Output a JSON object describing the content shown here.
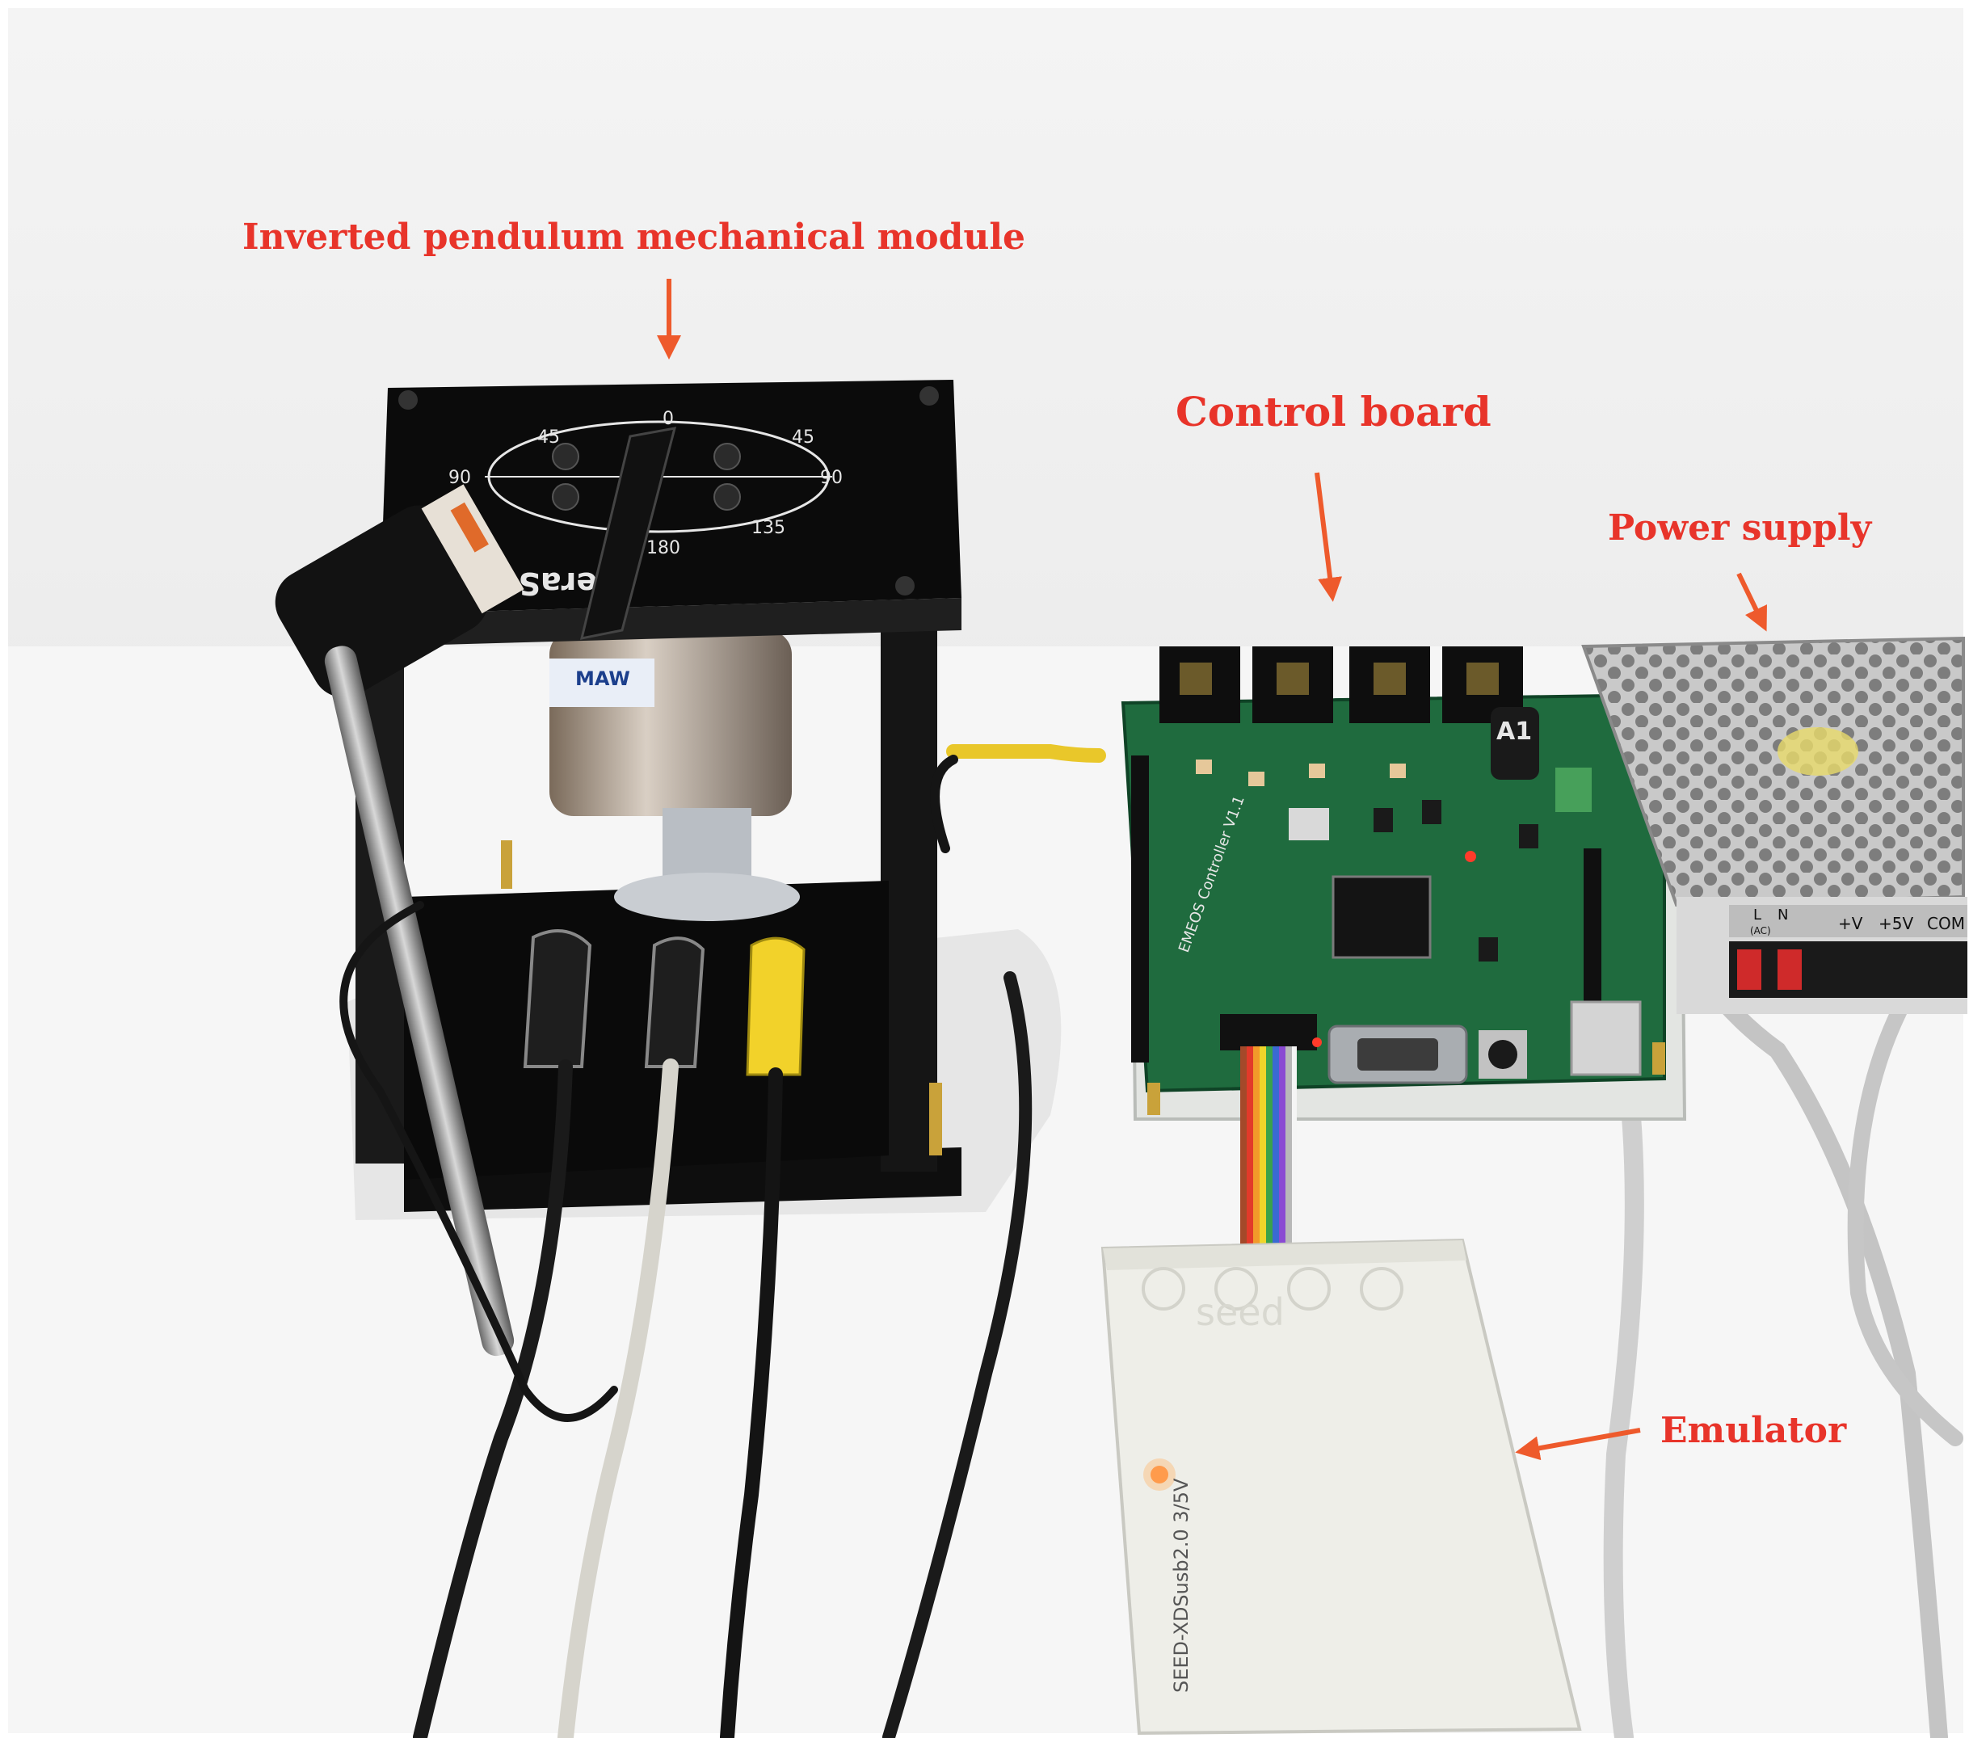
{
  "labels": {
    "pendulum": "Inverted pendulum mechanical module",
    "control_board": "Control board",
    "power_supply": "Power supply",
    "emulator": "Emulator"
  },
  "device_text": {
    "pendulum_brand": "TeraSoft",
    "encoder_brand": "MAW",
    "board_model": "EMEOS Controller V1.1",
    "capacitor_mark": "A1",
    "psu_terminal_l": "L",
    "psu_terminal_n": "N",
    "psu_terminal_ac": "(AC)",
    "psu_terminal_plus_v": "+V",
    "psu_terminal_plus5v": "+5V",
    "psu_terminal_com": "COM",
    "emulator_logo": "seed",
    "emulator_model": "SEED-XDSusb2.0 3/5V",
    "dial_0": "0",
    "dial_45_left": "45",
    "dial_45_right": "45",
    "dial_90_left": "90",
    "dial_90_right": "90",
    "dial_135": "135",
    "dial_180": "180"
  },
  "colors": {
    "annotation": "#e8342a",
    "pcb": "#1f6b3e",
    "pendulum_body": "#111111",
    "emulator_shell": "#eeeee8"
  }
}
